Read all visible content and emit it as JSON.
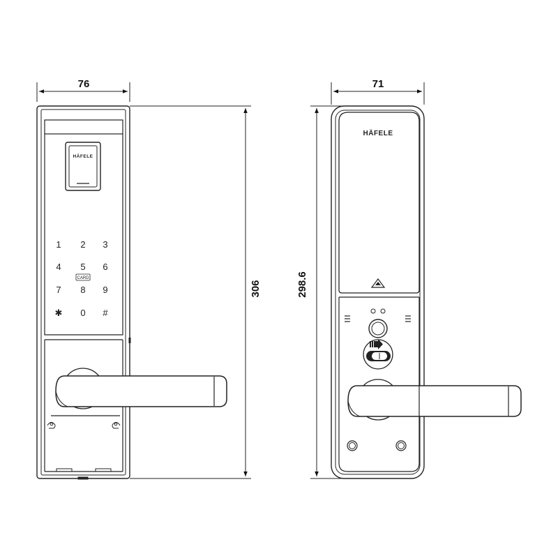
{
  "front_view": {
    "width_label": "76",
    "height_label": "306",
    "brand": "HÄFELE",
    "card_label": "CARD",
    "keypad": [
      "1",
      "2",
      "3",
      "4",
      "5",
      "6",
      "7",
      "8",
      "9",
      "✱",
      "0",
      "#"
    ]
  },
  "back_view": {
    "width_label": "71",
    "height_label": "298.6",
    "brand": "HÄFELE"
  }
}
